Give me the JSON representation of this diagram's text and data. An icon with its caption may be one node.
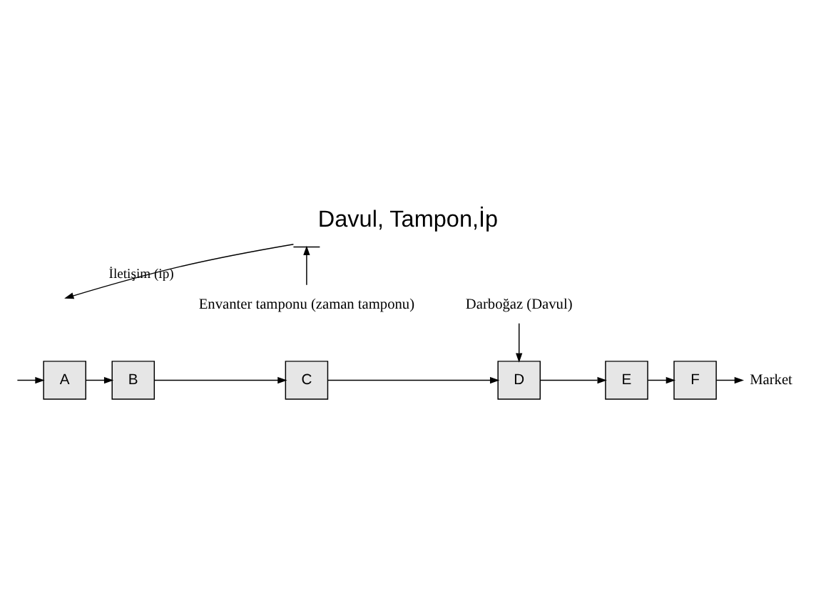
{
  "diagram": {
    "title": "Davul, Tampon,İp",
    "nodes": [
      {
        "text": [
          "Darboğaz (Davul)"
        ]
      },
      {
        "text": [
          "A"
        ]
      },
      {
        "text": [
          "B"
        ]
      },
      {
        "text": [
          "C"
        ]
      },
      {
        "text": [
          "D"
        ]
      },
      {
        "text": [
          "E"
        ]
      },
      {
        "text": [
          "F"
        ]
      },
      {
        "text": [
          "Market"
        ]
      },
      {
        "text": [],
        "shape": "bar"
      },
      {
        "text": [
          "Envanter tamponu (zaman tamponu)"
        ]
      }
    ],
    "edges": [
      {
        "from": null,
        "to": 1,
        "arrow": "to"
      },
      {
        "from": 1,
        "to": 2,
        "arrow": "to"
      },
      {
        "from": 2,
        "to": 3,
        "arrow": "to"
      },
      {
        "from": 3,
        "to": 4,
        "arrow": "to"
      },
      {
        "from": 4,
        "to": 5,
        "arrow": "to"
      },
      {
        "from": 5,
        "to": 6,
        "arrow": "to"
      },
      {
        "from": 6,
        "to": 7,
        "arrow": "to"
      },
      {
        "from": 0,
        "to": 4,
        "arrow": "to"
      },
      {
        "from": 9,
        "to": 8,
        "arrow": "to"
      },
      {
        "from": 8,
        "to": null,
        "arrow": "to",
        "label": "İletişim (ip)"
      }
    ]
  }
}
